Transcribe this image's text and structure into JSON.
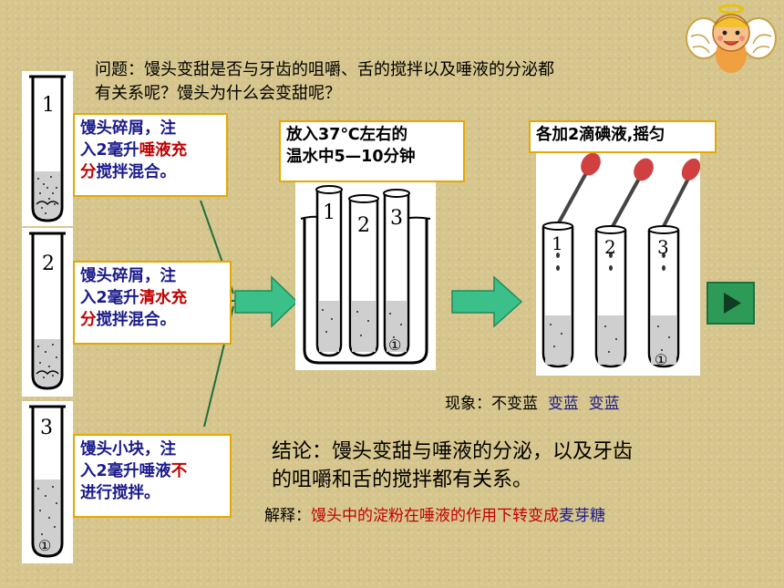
{
  "question": {
    "line1": "问题：馒头变甜是否与牙齿的咀嚼、舌的搅拌以及唾液的分泌都",
    "line2": "有关系呢？馒头为什么会变甜呢？"
  },
  "tube_numbers": [
    "1",
    "2",
    "3"
  ],
  "beaker_numbers": [
    "1",
    "2",
    "3"
  ],
  "iodine_numbers": [
    "1",
    "2",
    "3"
  ],
  "bottom_marks": [
    "①",
    "①",
    "①"
  ],
  "box1": {
    "p1": "馒头碎屑，注",
    "p2a": "入2毫升",
    "p2b": "唾液充",
    "p3a": "分",
    "p3b": "搅拌混合。"
  },
  "box2": {
    "p1": "馒头碎屑，注",
    "p2a": "入2毫升",
    "p2b": "清水充",
    "p3a": "分",
    "p3b": "搅拌混合。"
  },
  "box3": {
    "p1": "馒头小块，注",
    "p2a": "入2毫升唾液",
    "p2b": "不",
    "p3": "进行搅拌。"
  },
  "step2": {
    "line1": "放入37℃左右的",
    "line2": "温水中5—10分钟"
  },
  "step3": {
    "text": "各加2滴碘液,摇匀"
  },
  "observation": {
    "label": "现象：",
    "r1": "不变蓝",
    "r2": "变蓝",
    "r3": "变蓝"
  },
  "conclusion": {
    "line1": "结论：馒头变甜与唾液的分泌，以及牙齿",
    "line2": "的咀嚼和舌的搅拌都有关系。"
  },
  "explanation": {
    "label": "解释：",
    "part1": "馒头中的淀粉在唾液的作用下转变成",
    "part2": "麦芽糖"
  },
  "colors": {
    "background": "#d6c58c",
    "box_border": "#e6a800",
    "red_text": "#c00000",
    "blue_text": "#1a1a8c",
    "arrow": "#3cc08a",
    "next_button": "#2e9a58"
  },
  "icons": {
    "angel": "angel-cartoon-icon",
    "next": "play-next-icon"
  }
}
